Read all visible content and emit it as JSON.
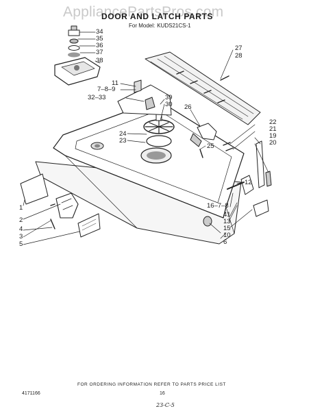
{
  "watermark": "AppliancePartsPros.com",
  "title": "DOOR AND LATCH PARTS",
  "model_label": "For Model:",
  "model": "KUDS21CS-1",
  "callouts": [
    {
      "id": "c34",
      "text": "34"
    },
    {
      "id": "c35",
      "text": "35"
    },
    {
      "id": "c36",
      "text": "36"
    },
    {
      "id": "c37",
      "text": "37"
    },
    {
      "id": "c38",
      "text": "38"
    },
    {
      "id": "c27",
      "text": "27"
    },
    {
      "id": "c28",
      "text": "28"
    },
    {
      "id": "c11",
      "text": "11"
    },
    {
      "id": "c789a",
      "text": "7–8–9"
    },
    {
      "id": "c3233",
      "text": "32–33"
    },
    {
      "id": "c39",
      "text": "39"
    },
    {
      "id": "c30",
      "text": "30"
    },
    {
      "id": "c26",
      "text": "26"
    },
    {
      "id": "c24",
      "text": "24"
    },
    {
      "id": "c23",
      "text": "23"
    },
    {
      "id": "c25",
      "text": "25"
    },
    {
      "id": "c22",
      "text": "22"
    },
    {
      "id": "c21",
      "text": "21"
    },
    {
      "id": "c19",
      "text": "19"
    },
    {
      "id": "c20",
      "text": "20"
    },
    {
      "id": "c12",
      "text": "12"
    },
    {
      "id": "c1678",
      "text": "16–7–8"
    },
    {
      "id": "c41",
      "text": "41"
    },
    {
      "id": "c13",
      "text": "13"
    },
    {
      "id": "c15",
      "text": "15"
    },
    {
      "id": "c10",
      "text": "10"
    },
    {
      "id": "c6",
      "text": "6"
    },
    {
      "id": "c1",
      "text": "1"
    },
    {
      "id": "c2",
      "text": "2"
    },
    {
      "id": "c4",
      "text": "4"
    },
    {
      "id": "c3",
      "text": "3"
    },
    {
      "id": "c5",
      "text": "5"
    }
  ],
  "footer": "FOR ORDERING INFORMATION REFER TO PARTS PRICE LIST",
  "doc_number": "4171166",
  "page_number": "16",
  "hand_note": "23-C-5"
}
